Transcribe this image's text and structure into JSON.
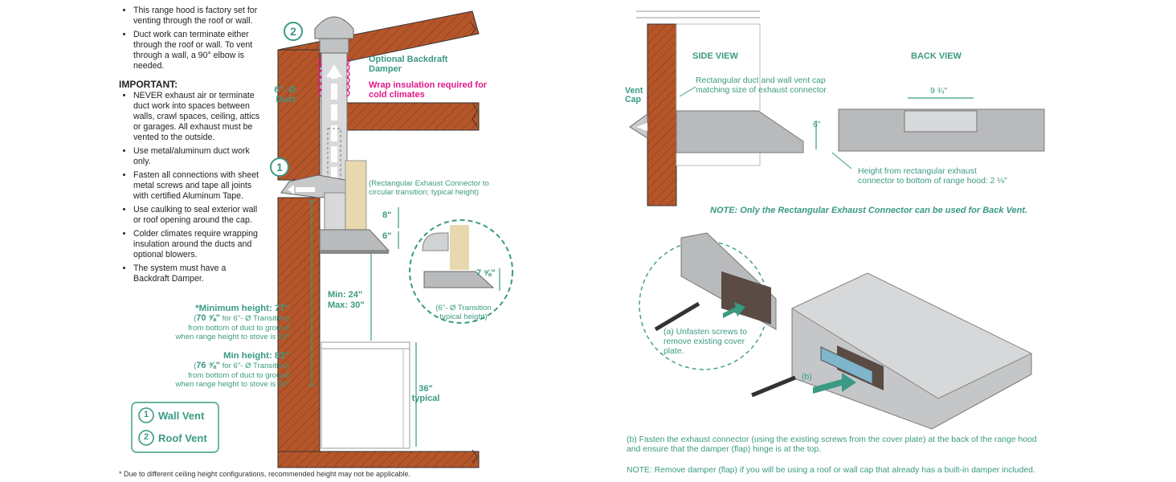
{
  "left_panel": {
    "intro_bullets": [
      "This range hood is factory set for venting through the roof or wall.",
      "Duct work can terminate either through the roof or wall. To vent through a wall, a 90° elbow is needed."
    ],
    "important_heading": "IMPORTANT:",
    "important_bullets": [
      "NEVER exhaust air or terminate duct work into spaces between walls, crawl spaces, ceiling, attics or garages. All exhaust must be vented to the outside.",
      "Use metal/aluminum duct work only.",
      "Fasten all connections with sheet metal screws and tape all joints with certified Aluminum Tape.",
      "Use caulking to seal exterior wall or roof opening around the cap.",
      "Colder climates require wrapping insulation around the ducts and optional blowers.",
      "The system must have a Backdraft Damper."
    ],
    "footnote": "* Due to different ceiling height configurations, recommended height may not be applicable."
  },
  "installation_diagram": {
    "roof_marker": "2",
    "wall_marker": "1",
    "backdraft_damper": "Optional Backdraft Damper",
    "insulation_note": "Wrap insulation required for cold climates",
    "duct_label": "6\"- Ø Duct",
    "connector_note": "(Rectangular Exhaust Connector to circular transition; typical height)",
    "dim_8": "8\"",
    "dim_6": "6\"",
    "min_max_1": "Min: 24\"",
    "min_max_2": "Max: 30\"",
    "detail_dim": "7 ⅝\"",
    "detail_caption": "(6\"- Ø Transition typical height)",
    "counter_label_1": "36\"",
    "counter_label_2": "typical",
    "min_height_77": {
      "title": "*Minimum height: 77\"",
      "value": "70 ⅝\"",
      "suffix": " for 6\"- Ø Transition)",
      "line2": "from bottom of duct to ground",
      "line3": "when range height to stove is 24\""
    },
    "min_height_83": {
      "title": "Min height: 83\"",
      "value": "76 ⅝\"",
      "suffix": " for 6\"- Ø Transition)",
      "line2": "from bottom of duct to ground",
      "line3": "when range height to stove is 30\""
    },
    "legend": [
      {
        "num": "1",
        "label": "Wall Vent"
      },
      {
        "num": "2",
        "label": "Roof Vent"
      }
    ]
  },
  "right_panel": {
    "side_view": "SIDE VIEW",
    "back_view": "BACK VIEW",
    "vent_cap": "Vent Cap",
    "rect_duct_note": "Rectangular duct and wall vent cap matching size of exhaust connector",
    "width_dim": "9 ¾\"",
    "height_dim": "6\"",
    "height_note_1": "Height from rectangular exhaust",
    "height_note_2": "connector to bottom of range hood: 2 ⅛\"",
    "back_vent_note": "NOTE: Only the Rectangular Exhaust Connector can be used for Back Vent.",
    "step_a": "(a) Unfasten screws to remove existing cover plate.",
    "step_b_marker": "(b)",
    "step_b_text": "(b) Fasten the exhaust connector (using the existing screws from the cover plate) at the back of the range hood and ensure that the damper (flap) hinge is at the top.",
    "damper_note": "NOTE: Remove damper (flap) if you will be using a roof or wall cap that already has a built-in damper included."
  },
  "colors": {
    "brick": "#b5562a",
    "teal": "#3a9a83",
    "pink": "#e1188a",
    "steel": "#a7a9ac"
  }
}
